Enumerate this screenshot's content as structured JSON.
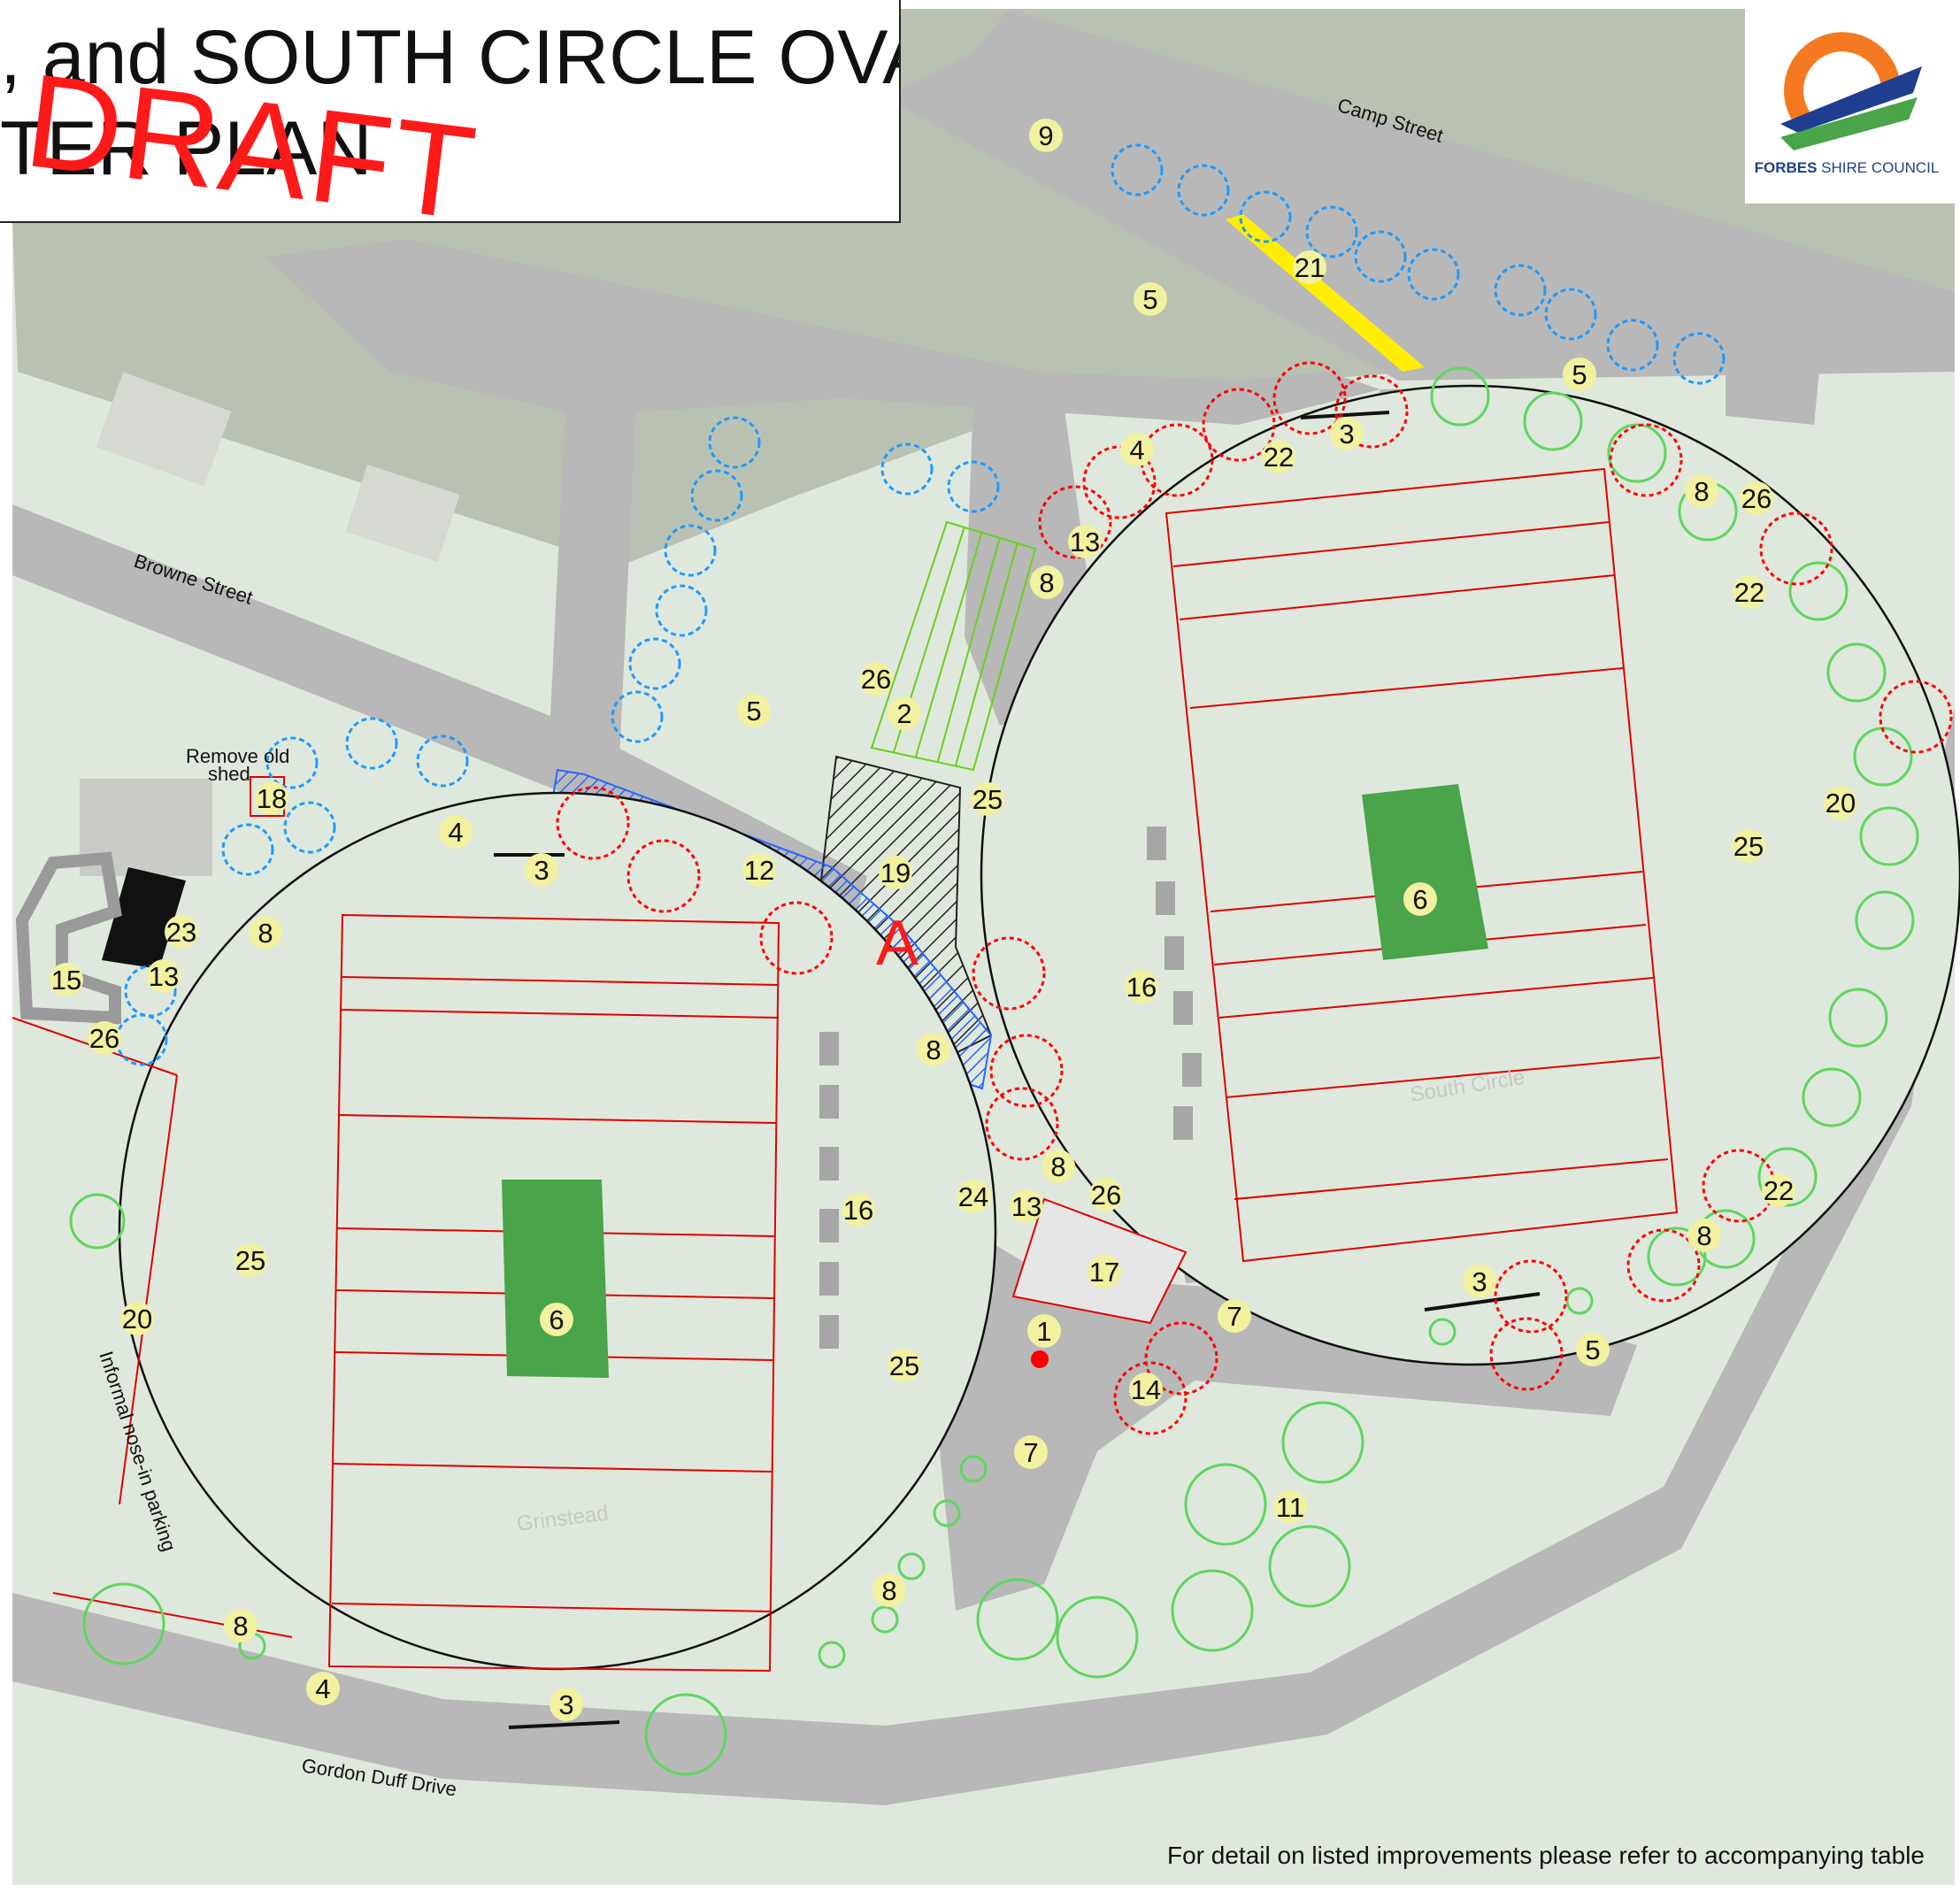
{
  "title": {
    "line1": ", and SOUTH CIRCLE OVAL",
    "line2": "TER PLAN",
    "overlay": "DRAFT"
  },
  "logo": {
    "name_bold": "FORBES",
    "name_rest": " SHIRE COUNCIL",
    "icon": "forbes-shire-council-logo"
  },
  "streets": {
    "camp": "Camp Street",
    "browne": "Browne Street",
    "gordon_duff": "Gordon Duff Drive"
  },
  "ovals": {
    "south_circle": "South Circle",
    "grinstead": "Grinstead"
  },
  "annotations": {
    "remove_shed": "Remove old shed",
    "informal_parking": "Informal nose-in parking",
    "section_marker": "A"
  },
  "footer": "For detail on listed improvements please refer to accompanying table",
  "markers": [
    "1",
    "2",
    "3",
    "4",
    "5",
    "6",
    "7",
    "8",
    "9",
    "11",
    "12",
    "13",
    "14",
    "15",
    "16",
    "17",
    "18",
    "19",
    "20",
    "21",
    "22",
    "23",
    "24",
    "25",
    "26"
  ],
  "colors": {
    "road": "#b8b8b8",
    "grass": "#dfe8dc",
    "pitch": "#4aa44a",
    "field_lines": "#e00000",
    "new_trees": "#1e9bff",
    "existing_trees": "#5fd65f",
    "remove_trees": "#ff0000",
    "marker_fill": "#f1f1a0",
    "path": "#ffee00"
  }
}
